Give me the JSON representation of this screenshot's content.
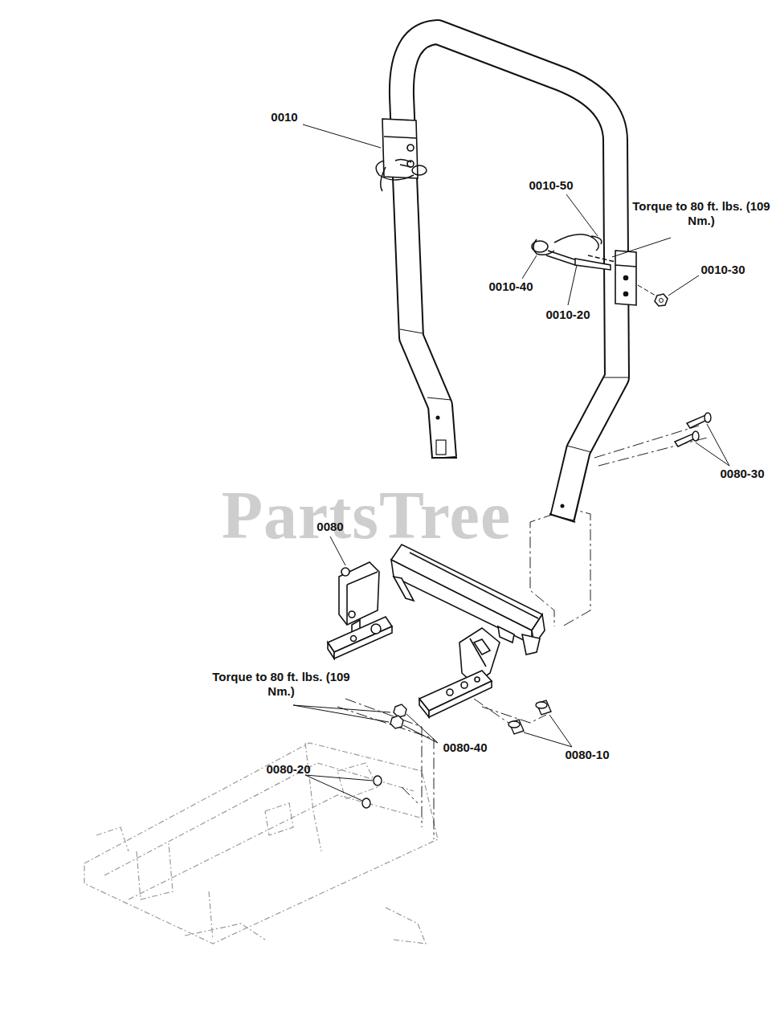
{
  "diagram": {
    "labels": [
      "0010",
      "0010-50",
      "Torque to 80 ft. lbs. (109 Nm.)",
      "0010-40",
      "0010-20",
      "0010-30",
      "0080-30",
      "PartsTree",
      "0080",
      "Torque to 80 ft. lbs. (109 Nm.)",
      "0080-20",
      "0080-40",
      "0080-10"
    ]
  }
}
